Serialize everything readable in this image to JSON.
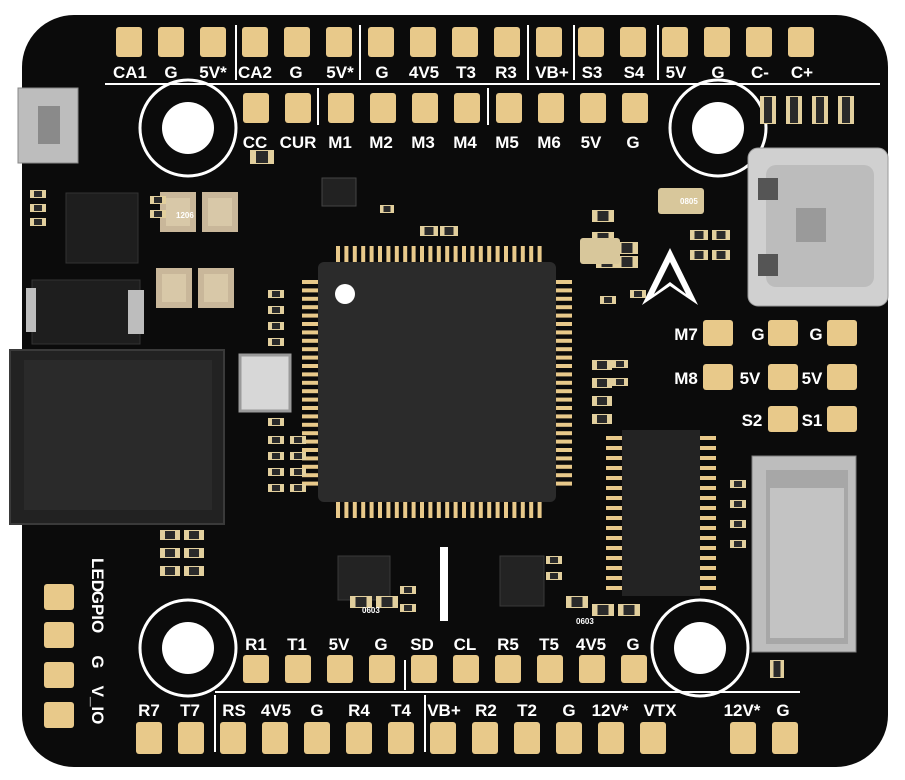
{
  "colors": {
    "background": "#ffffff",
    "pcb": "#0b0b0b",
    "pad": "#e8c98a",
    "silkscreen": "#ffffff",
    "chip": "#2b2b2b",
    "usb_metal": "#c9c9c9",
    "sd_slot": "#a7a7a7"
  },
  "labels": {
    "top_row": [
      "CA1",
      "G",
      "5V*",
      "CA2",
      "G",
      "5V*",
      "G",
      "4V5",
      "T3",
      "R3",
      "VB+",
      "S3",
      "S4",
      "5V",
      "G",
      "C-",
      "C+"
    ],
    "second_row": [
      "CC",
      "CUR",
      "M1",
      "M2",
      "M3",
      "M4",
      "M5",
      "M6",
      "5V",
      "G"
    ],
    "right_m7": [
      "M7",
      "G",
      "G"
    ],
    "right_m8": [
      "M8",
      "5V",
      "5V"
    ],
    "right_s": [
      "S2",
      "S1"
    ],
    "lower_row": [
      "R1",
      "T1",
      "5V",
      "G",
      "SD",
      "CL",
      "R5",
      "T5",
      "4V5",
      "G"
    ],
    "bottom_row": [
      "R7",
      "T7",
      "RS",
      "4V5",
      "G",
      "R4",
      "T4",
      "VB+",
      "R2",
      "T2",
      "G",
      "12V*",
      "VTX",
      "12V*",
      "G"
    ],
    "left_vertical": [
      "LED",
      "GPIO",
      "G",
      "V_IO"
    ],
    "component_codes": [
      "0805",
      "0603",
      "1206"
    ]
  },
  "icons": [
    "mounting-hole-icon",
    "arrow-logo-icon",
    "usb-c-port-icon",
    "microsd-slot-icon",
    "push-button-icon"
  ]
}
